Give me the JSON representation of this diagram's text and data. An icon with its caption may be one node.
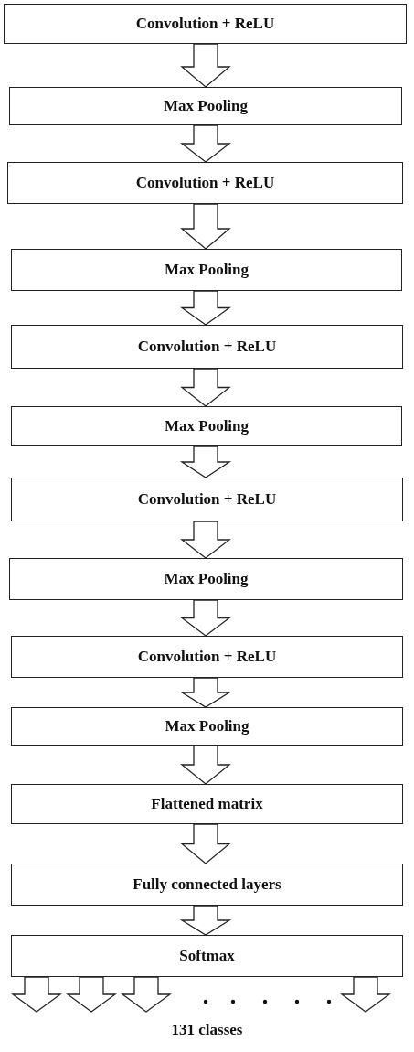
{
  "diagram": {
    "nodes": [
      {
        "text": [
          "Convolution + ReLU"
        ]
      },
      {
        "text": [
          "Max Pooling"
        ]
      },
      {
        "text": [
          "Convolution + ReLU"
        ]
      },
      {
        "text": [
          "Max Pooling"
        ]
      },
      {
        "text": [
          "Convolution + ReLU"
        ]
      },
      {
        "text": [
          "Max Pooling"
        ]
      },
      {
        "text": [
          "Convolution + ReLU"
        ]
      },
      {
        "text": [
          "Max Pooling"
        ]
      },
      {
        "text": [
          "Convolution + ReLU"
        ]
      },
      {
        "text": [
          "Max Pooling"
        ]
      },
      {
        "text": [
          "Flattened matrix"
        ]
      },
      {
        "text": [
          "Fully connected layers"
        ]
      },
      {
        "text": [
          "Softmax"
        ]
      }
    ],
    "edges": [
      {
        "from": 0,
        "to": 1,
        "arrow": "to"
      },
      {
        "from": 1,
        "to": 2,
        "arrow": "to"
      },
      {
        "from": 2,
        "to": 3,
        "arrow": "to"
      },
      {
        "from": 3,
        "to": 4,
        "arrow": "to"
      },
      {
        "from": 4,
        "to": 5,
        "arrow": "to"
      },
      {
        "from": 5,
        "to": 6,
        "arrow": "to"
      },
      {
        "from": 6,
        "to": 7,
        "arrow": "to"
      },
      {
        "from": 7,
        "to": 8,
        "arrow": "to"
      },
      {
        "from": 8,
        "to": 9,
        "arrow": "to"
      },
      {
        "from": 9,
        "to": 10,
        "arrow": "to"
      },
      {
        "from": 10,
        "to": 11,
        "arrow": "to"
      },
      {
        "from": 11,
        "to": 12,
        "arrow": "to"
      },
      {
        "from": 12,
        "to": null,
        "arrow": "to"
      },
      {
        "from": 12,
        "to": null,
        "arrow": "to"
      },
      {
        "from": 12,
        "to": null,
        "arrow": "to"
      },
      {
        "from": 12,
        "to": null,
        "arrow": "to"
      }
    ],
    "labels": [
      "131 classes"
    ]
  }
}
